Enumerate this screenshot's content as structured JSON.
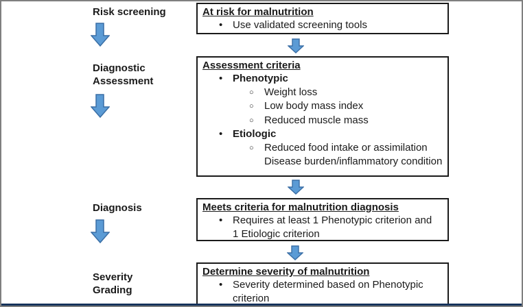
{
  "palette": {
    "arrow_fill": "#5b9bd5",
    "arrow_border": "#3a6ea5",
    "box_border": "#1a1a1a",
    "frame_border": "#7f7f7f",
    "bottom_line": "#15325b",
    "background": "#ffffff",
    "text": "#1a1a1a"
  },
  "stages": [
    {
      "label": "Risk screening",
      "box": {
        "title": "At risk for malnutrition",
        "items": [
          {
            "marker": "•",
            "text": "Use validated screening tools"
          }
        ]
      }
    },
    {
      "label": "Diagnostic\nAssessment",
      "box": {
        "title": "Assessment criteria",
        "items": [
          {
            "marker": "•",
            "text": "Phenotypic"
          },
          {
            "marker": "○",
            "text": "Weight loss"
          },
          {
            "marker": "○",
            "text": "Low body mass index"
          },
          {
            "marker": "○",
            "text": "Reduced muscle mass"
          },
          {
            "marker": "•",
            "text": "Etiologic"
          },
          {
            "marker": "○",
            "text": "Reduced food intake or assimilation"
          },
          {
            "marker": "",
            "text": "Disease burden/inflammatory condition"
          }
        ]
      }
    },
    {
      "label": "Diagnosis",
      "box": {
        "title": "Meets criteria for malnutrition diagnosis",
        "items": [
          {
            "marker": "•",
            "text": "Requires at least 1 Phenotypic criterion and"
          },
          {
            "marker": "",
            "text": "1 Etiologic criterion"
          }
        ]
      }
    },
    {
      "label": "Severity\nGrading",
      "box": {
        "title": "Determine severity of malnutrition",
        "items": [
          {
            "marker": "•",
            "text": "Severity determined based on Phenotypic"
          },
          {
            "marker": "",
            "text": "criterion"
          }
        ]
      }
    }
  ]
}
